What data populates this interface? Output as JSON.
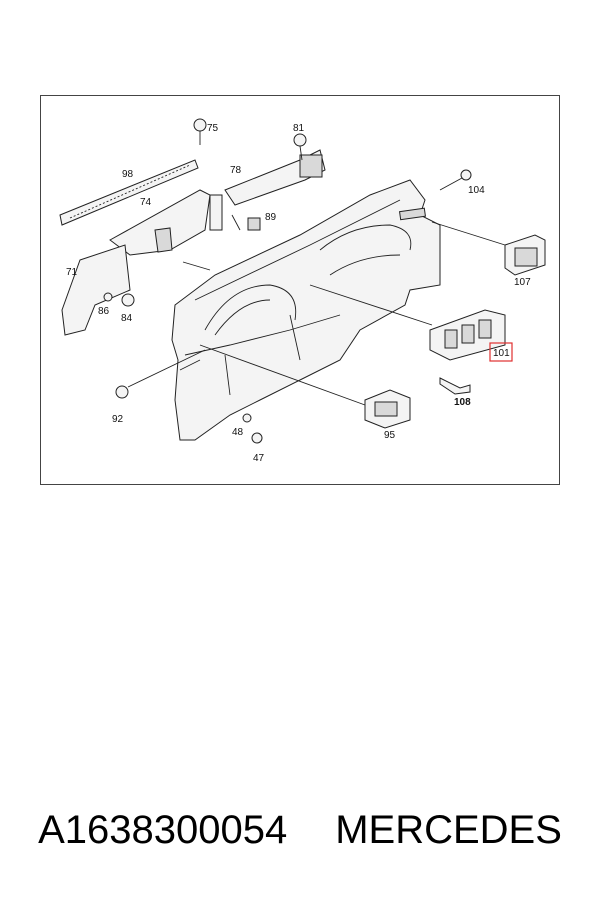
{
  "diagram": {
    "callouts": [
      {
        "id": "75",
        "label": "75"
      },
      {
        "id": "81",
        "label": "81"
      },
      {
        "id": "98",
        "label": "98"
      },
      {
        "id": "78",
        "label": "78"
      },
      {
        "id": "74",
        "label": "74"
      },
      {
        "id": "89",
        "label": "89"
      },
      {
        "id": "104",
        "label": "104"
      },
      {
        "id": "71",
        "label": "71"
      },
      {
        "id": "86",
        "label": "86"
      },
      {
        "id": "84",
        "label": "84"
      },
      {
        "id": "107",
        "label": "107"
      },
      {
        "id": "101",
        "label": "101",
        "highlight_color": "#e03030"
      },
      {
        "id": "108",
        "label": "108"
      },
      {
        "id": "92",
        "label": "92"
      },
      {
        "id": "48",
        "label": "48"
      },
      {
        "id": "95",
        "label": "95"
      },
      {
        "id": "47",
        "label": "47"
      }
    ]
  },
  "caption": {
    "part_number": "A1638300054",
    "brand": "MERCEDES"
  }
}
